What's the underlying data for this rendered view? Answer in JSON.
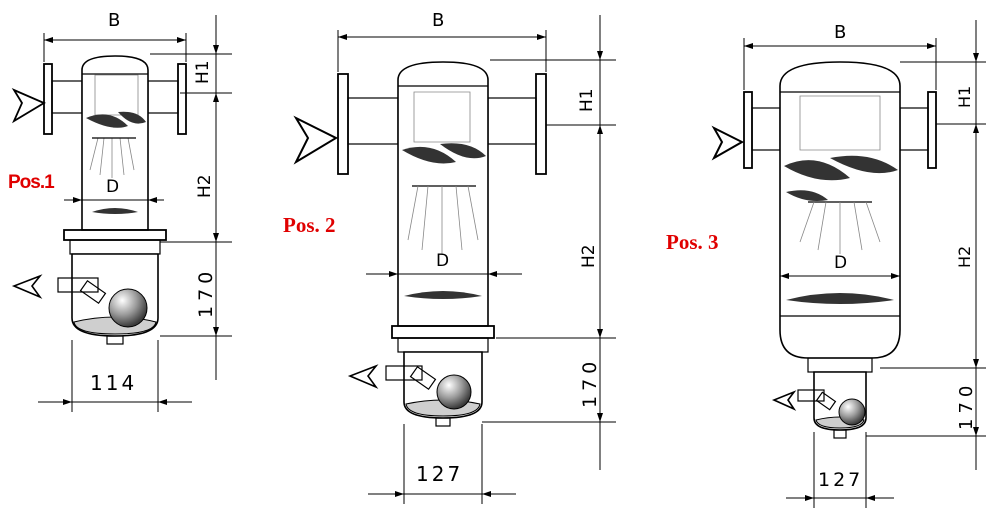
{
  "colors": {
    "position_label": "#e00000",
    "line": "#000000",
    "ball_light": "#ffffff",
    "ball_dark": "#3a3a3a"
  },
  "positions": [
    {
      "label": "Pos.1",
      "dim_B": "B",
      "dim_H1": "H1",
      "dim_H2": "H2",
      "dim_D": "D",
      "dim_170": "170",
      "dim_bottom": "114"
    },
    {
      "label": "Pos. 2",
      "dim_B": "B",
      "dim_H1": "H1",
      "dim_H2": "H2",
      "dim_D": "D",
      "dim_170": "170",
      "dim_bottom": "127"
    },
    {
      "label": "Pos. 3",
      "dim_B": "B",
      "dim_H1": "H1",
      "dim_H2": "H2",
      "dim_D": "D",
      "dim_170": "170",
      "dim_bottom": "127"
    }
  ]
}
